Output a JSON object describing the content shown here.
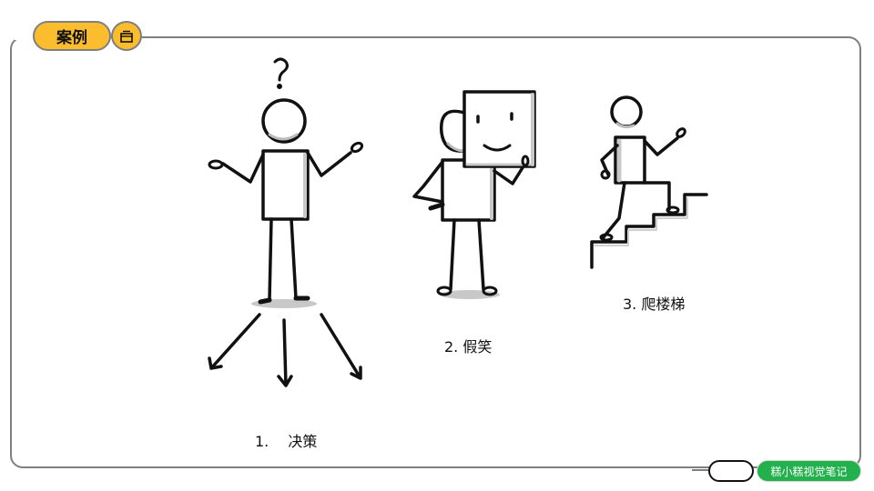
{
  "header": {
    "tag_label": "案例",
    "tag_icon": "window-icon",
    "tag_color": "#fbbd2e",
    "frame_color": "#7f7f7f"
  },
  "illustrations": [
    {
      "id": "decision",
      "caption": "1.　 决策",
      "description": "confused stick figure shrugging with question mark and three arrows"
    },
    {
      "id": "fake-smile",
      "caption": "2. 假笑",
      "description": "stick figure holding a smiling mask"
    },
    {
      "id": "climb-stairs",
      "caption": "3. 爬楼梯",
      "description": "stick figure climbing stairs"
    }
  ],
  "footer": {
    "brand_label": "糕小糕视觉笔记",
    "brand_color": "#22b14c"
  }
}
